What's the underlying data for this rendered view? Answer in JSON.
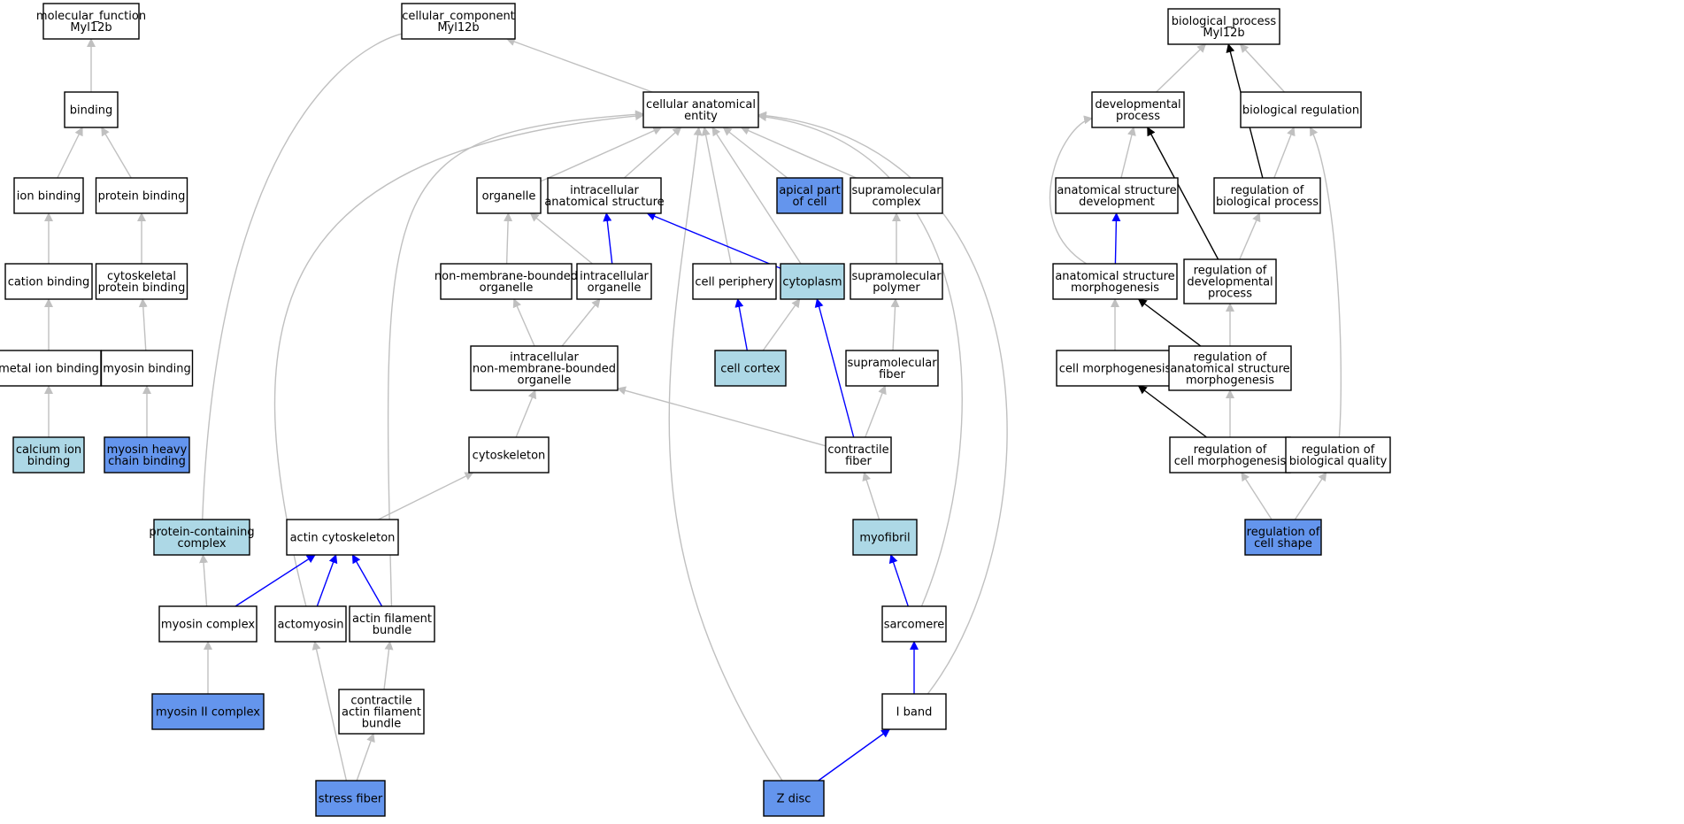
{
  "colors": {
    "plain": "#ffffff",
    "light": "#add8e6",
    "medium": "#6495ed",
    "edge_gray": "#c0c0c0",
    "edge_blue": "#0000ff",
    "edge_black": "#000000"
  },
  "nodes": [
    {
      "id": "mf_root",
      "lines": [
        "molecular_function",
        "Myl12b"
      ],
      "fill": "plain"
    },
    {
      "id": "binding",
      "lines": [
        "binding"
      ],
      "fill": "plain"
    },
    {
      "id": "ion_binding",
      "lines": [
        "ion binding"
      ],
      "fill": "plain"
    },
    {
      "id": "protein_binding",
      "lines": [
        "protein binding"
      ],
      "fill": "plain"
    },
    {
      "id": "cation_binding",
      "lines": [
        "cation binding"
      ],
      "fill": "plain"
    },
    {
      "id": "cytoskeletal_protein_binding",
      "lines": [
        "cytoskeletal",
        "protein binding"
      ],
      "fill": "plain"
    },
    {
      "id": "metal_ion_binding",
      "lines": [
        "metal ion binding"
      ],
      "fill": "plain"
    },
    {
      "id": "myosin_binding",
      "lines": [
        "myosin binding"
      ],
      "fill": "plain"
    },
    {
      "id": "calcium_ion_binding",
      "lines": [
        "calcium ion",
        "binding"
      ],
      "fill": "light"
    },
    {
      "id": "myosin_heavy_chain_binding",
      "lines": [
        "myosin heavy",
        "chain binding"
      ],
      "fill": "medium"
    },
    {
      "id": "cc_root",
      "lines": [
        "cellular_component",
        "Myl12b"
      ],
      "fill": "plain"
    },
    {
      "id": "cellular_anatomical_entity",
      "lines": [
        "cellular anatomical",
        "entity"
      ],
      "fill": "plain"
    },
    {
      "id": "organelle",
      "lines": [
        "organelle"
      ],
      "fill": "plain"
    },
    {
      "id": "intracellular_anatomical_structure",
      "lines": [
        "intracellular",
        "anatomical structure"
      ],
      "fill": "plain"
    },
    {
      "id": "apical_part_of_cell",
      "lines": [
        "apical part",
        "of cell"
      ],
      "fill": "medium"
    },
    {
      "id": "supramolecular_complex",
      "lines": [
        "supramolecular",
        "complex"
      ],
      "fill": "plain"
    },
    {
      "id": "non_membrane_bounded_organelle",
      "lines": [
        "non-membrane-bounded",
        "organelle"
      ],
      "fill": "plain"
    },
    {
      "id": "intracellular_organelle",
      "lines": [
        "intracellular",
        "organelle"
      ],
      "fill": "plain"
    },
    {
      "id": "cell_periphery",
      "lines": [
        "cell periphery"
      ],
      "fill": "plain"
    },
    {
      "id": "cytoplasm",
      "lines": [
        "cytoplasm"
      ],
      "fill": "light"
    },
    {
      "id": "supramolecular_polymer",
      "lines": [
        "supramolecular",
        "polymer"
      ],
      "fill": "plain"
    },
    {
      "id": "intracellular_nmb_organelle",
      "lines": [
        "intracellular",
        "non-membrane-bounded",
        "organelle"
      ],
      "fill": "plain"
    },
    {
      "id": "cell_cortex",
      "lines": [
        "cell cortex"
      ],
      "fill": "light"
    },
    {
      "id": "supramolecular_fiber",
      "lines": [
        "supramolecular",
        "fiber"
      ],
      "fill": "plain"
    },
    {
      "id": "cytoskeleton",
      "lines": [
        "cytoskeleton"
      ],
      "fill": "plain"
    },
    {
      "id": "contractile_fiber",
      "lines": [
        "contractile",
        "fiber"
      ],
      "fill": "plain"
    },
    {
      "id": "protein_containing_complex",
      "lines": [
        "protein-containing",
        "complex"
      ],
      "fill": "light"
    },
    {
      "id": "actin_cytoskeleton",
      "lines": [
        "actin cytoskeleton"
      ],
      "fill": "plain"
    },
    {
      "id": "myofibril",
      "lines": [
        "myofibril"
      ],
      "fill": "light"
    },
    {
      "id": "myosin_complex",
      "lines": [
        "myosin complex"
      ],
      "fill": "plain"
    },
    {
      "id": "actomyosin",
      "lines": [
        "actomyosin"
      ],
      "fill": "plain"
    },
    {
      "id": "actin_filament_bundle",
      "lines": [
        "actin filament",
        "bundle"
      ],
      "fill": "plain"
    },
    {
      "id": "sarcomere",
      "lines": [
        "sarcomere"
      ],
      "fill": "plain"
    },
    {
      "id": "myosin_ii_complex",
      "lines": [
        "myosin II complex"
      ],
      "fill": "medium"
    },
    {
      "id": "contractile_actin_filament_bundle",
      "lines": [
        "contractile",
        "actin filament",
        "bundle"
      ],
      "fill": "plain"
    },
    {
      "id": "i_band",
      "lines": [
        "I band"
      ],
      "fill": "plain"
    },
    {
      "id": "stress_fiber",
      "lines": [
        "stress fiber"
      ],
      "fill": "medium"
    },
    {
      "id": "z_disc",
      "lines": [
        "Z disc"
      ],
      "fill": "medium"
    },
    {
      "id": "bp_root",
      "lines": [
        "biological_process",
        "Myl12b"
      ],
      "fill": "plain"
    },
    {
      "id": "developmental_process",
      "lines": [
        "developmental",
        "process"
      ],
      "fill": "plain"
    },
    {
      "id": "biological_regulation",
      "lines": [
        "biological regulation"
      ],
      "fill": "plain"
    },
    {
      "id": "anatomical_structure_development",
      "lines": [
        "anatomical structure",
        "development"
      ],
      "fill": "plain"
    },
    {
      "id": "regulation_of_biological_process",
      "lines": [
        "regulation of",
        "biological process"
      ],
      "fill": "plain"
    },
    {
      "id": "anatomical_structure_morphogenesis",
      "lines": [
        "anatomical structure",
        "morphogenesis"
      ],
      "fill": "plain"
    },
    {
      "id": "regulation_of_developmental_process",
      "lines": [
        "regulation of",
        "developmental",
        "process"
      ],
      "fill": "plain"
    },
    {
      "id": "cell_morphogenesis",
      "lines": [
        "cell morphogenesis"
      ],
      "fill": "plain"
    },
    {
      "id": "regulation_of_asm",
      "lines": [
        "regulation of",
        "anatomical structure",
        "morphogenesis"
      ],
      "fill": "plain"
    },
    {
      "id": "regulation_of_cell_morphogenesis",
      "lines": [
        "regulation of",
        "cell morphogenesis"
      ],
      "fill": "plain"
    },
    {
      "id": "regulation_of_biological_quality",
      "lines": [
        "regulation of",
        "biological quality"
      ],
      "fill": "plain"
    },
    {
      "id": "regulation_of_cell_shape",
      "lines": [
        "regulation of",
        "cell shape"
      ],
      "fill": "medium"
    }
  ],
  "edges": [
    {
      "from": "binding",
      "to": "mf_root",
      "color": "edge_gray"
    },
    {
      "from": "ion_binding",
      "to": "binding",
      "color": "edge_gray"
    },
    {
      "from": "protein_binding",
      "to": "binding",
      "color": "edge_gray"
    },
    {
      "from": "cation_binding",
      "to": "ion_binding",
      "color": "edge_gray"
    },
    {
      "from": "cytoskeletal_protein_binding",
      "to": "protein_binding",
      "color": "edge_gray"
    },
    {
      "from": "metal_ion_binding",
      "to": "cation_binding",
      "color": "edge_gray"
    },
    {
      "from": "myosin_binding",
      "to": "cytoskeletal_protein_binding",
      "color": "edge_gray"
    },
    {
      "from": "calcium_ion_binding",
      "to": "metal_ion_binding",
      "color": "edge_gray"
    },
    {
      "from": "myosin_heavy_chain_binding",
      "to": "myosin_binding",
      "color": "edge_gray"
    },
    {
      "from": "cellular_anatomical_entity",
      "to": "cc_root",
      "color": "edge_gray"
    },
    {
      "from": "protein_containing_complex",
      "to": "cc_root",
      "color": "edge_gray"
    },
    {
      "from": "organelle",
      "to": "cellular_anatomical_entity",
      "color": "edge_gray"
    },
    {
      "from": "intracellular_anatomical_structure",
      "to": "cellular_anatomical_entity",
      "color": "edge_gray"
    },
    {
      "from": "apical_part_of_cell",
      "to": "cellular_anatomical_entity",
      "color": "edge_gray"
    },
    {
      "from": "supramolecular_complex",
      "to": "cellular_anatomical_entity",
      "color": "edge_gray"
    },
    {
      "from": "cell_periphery",
      "to": "cellular_anatomical_entity",
      "color": "edge_gray"
    },
    {
      "from": "cytoplasm",
      "to": "cellular_anatomical_entity",
      "color": "edge_gray"
    },
    {
      "from": "actomyosin",
      "to": "cellular_anatomical_entity",
      "color": "edge_gray"
    },
    {
      "from": "actin_filament_bundle",
      "to": "cellular_anatomical_entity",
      "color": "edge_gray"
    },
    {
      "from": "z_disc",
      "to": "cellular_anatomical_entity",
      "color": "edge_gray"
    },
    {
      "from": "sarcomere",
      "to": "cellular_anatomical_entity",
      "color": "edge_gray"
    },
    {
      "from": "i_band",
      "to": "cellular_anatomical_entity",
      "color": "edge_gray"
    },
    {
      "from": "non_membrane_bounded_organelle",
      "to": "organelle",
      "color": "edge_gray"
    },
    {
      "from": "intracellular_organelle",
      "to": "organelle",
      "color": "edge_gray"
    },
    {
      "from": "intracellular_organelle",
      "to": "intracellular_anatomical_structure",
      "color": "edge_blue"
    },
    {
      "from": "cytoplasm",
      "to": "intracellular_anatomical_structure",
      "color": "edge_blue"
    },
    {
      "from": "supramolecular_polymer",
      "to": "supramolecular_complex",
      "color": "edge_gray"
    },
    {
      "from": "intracellular_nmb_organelle",
      "to": "non_membrane_bounded_organelle",
      "color": "edge_gray"
    },
    {
      "from": "intracellular_nmb_organelle",
      "to": "intracellular_organelle",
      "color": "edge_gray"
    },
    {
      "from": "cell_cortex",
      "to": "cell_periphery",
      "color": "edge_blue"
    },
    {
      "from": "cell_cortex",
      "to": "cytoplasm",
      "color": "edge_gray"
    },
    {
      "from": "supramolecular_fiber",
      "to": "supramolecular_polymer",
      "color": "edge_gray"
    },
    {
      "from": "cytoskeleton",
      "to": "intracellular_nmb_organelle",
      "color": "edge_gray"
    },
    {
      "from": "contractile_fiber",
      "to": "intracellular_nmb_organelle",
      "color": "edge_gray"
    },
    {
      "from": "contractile_fiber",
      "to": "supramolecular_fiber",
      "color": "edge_gray"
    },
    {
      "from": "contractile_fiber",
      "to": "cytoplasm",
      "color": "edge_blue"
    },
    {
      "from": "actin_cytoskeleton",
      "to": "cytoskeleton",
      "color": "edge_gray"
    },
    {
      "from": "myofibril",
      "to": "contractile_fiber",
      "color": "edge_gray"
    },
    {
      "from": "myosin_complex",
      "to": "protein_containing_complex",
      "color": "edge_gray"
    },
    {
      "from": "myosin_complex",
      "to": "actin_cytoskeleton",
      "color": "edge_blue"
    },
    {
      "from": "actomyosin",
      "to": "actin_cytoskeleton",
      "color": "edge_blue"
    },
    {
      "from": "actin_filament_bundle",
      "to": "actin_cytoskeleton",
      "color": "edge_blue"
    },
    {
      "from": "sarcomere",
      "to": "myofibril",
      "color": "edge_blue"
    },
    {
      "from": "myosin_ii_complex",
      "to": "myosin_complex",
      "color": "edge_gray"
    },
    {
      "from": "contractile_actin_filament_bundle",
      "to": "actin_filament_bundle",
      "color": "edge_gray"
    },
    {
      "from": "i_band",
      "to": "sarcomere",
      "color": "edge_blue"
    },
    {
      "from": "stress_fiber",
      "to": "actomyosin",
      "color": "edge_gray"
    },
    {
      "from": "stress_fiber",
      "to": "contractile_actin_filament_bundle",
      "color": "edge_gray"
    },
    {
      "from": "z_disc",
      "to": "i_band",
      "color": "edge_blue"
    },
    {
      "from": "developmental_process",
      "to": "bp_root",
      "color": "edge_gray"
    },
    {
      "from": "biological_regulation",
      "to": "bp_root",
      "color": "edge_gray"
    },
    {
      "from": "regulation_of_biological_process",
      "to": "bp_root",
      "color": "edge_black"
    },
    {
      "from": "anatomical_structure_development",
      "to": "developmental_process",
      "color": "edge_gray"
    },
    {
      "from": "anatomical_structure_morphogenesis",
      "to": "developmental_process",
      "color": "edge_gray"
    },
    {
      "from": "regulation_of_developmental_process",
      "to": "developmental_process",
      "color": "edge_black"
    },
    {
      "from": "regulation_of_biological_process",
      "to": "biological_regulation",
      "color": "edge_gray"
    },
    {
      "from": "regulation_of_biological_quality",
      "to": "biological_regulation",
      "color": "edge_gray"
    },
    {
      "from": "anatomical_structure_morphogenesis",
      "to": "anatomical_structure_development",
      "color": "edge_blue"
    },
    {
      "from": "regulation_of_developmental_process",
      "to": "regulation_of_biological_process",
      "color": "edge_gray"
    },
    {
      "from": "cell_morphogenesis",
      "to": "anatomical_structure_morphogenesis",
      "color": "edge_gray"
    },
    {
      "from": "regulation_of_asm",
      "to": "anatomical_structure_morphogenesis",
      "color": "edge_black"
    },
    {
      "from": "regulation_of_asm",
      "to": "regulation_of_developmental_process",
      "color": "edge_gray"
    },
    {
      "from": "regulation_of_cell_morphogenesis",
      "to": "cell_morphogenesis",
      "color": "edge_black"
    },
    {
      "from": "regulation_of_cell_morphogenesis",
      "to": "regulation_of_asm",
      "color": "edge_gray"
    },
    {
      "from": "regulation_of_cell_shape",
      "to": "regulation_of_cell_morphogenesis",
      "color": "edge_gray"
    },
    {
      "from": "regulation_of_cell_shape",
      "to": "regulation_of_biological_quality",
      "color": "edge_gray"
    }
  ]
}
